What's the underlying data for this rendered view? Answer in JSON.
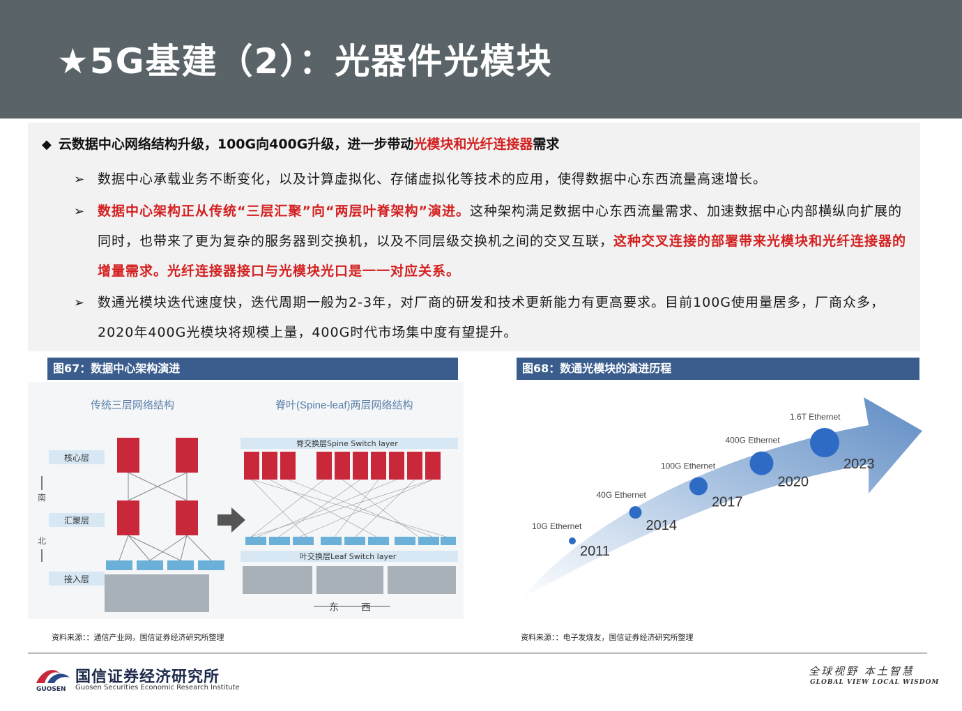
{
  "header": {
    "title": "★5G基建（2）：光器件光模块"
  },
  "main_point": {
    "prefix": "云数据中心网络结构升级，100G向400G升级，进一步带动",
    "highlight": "光模块和光纤连接器",
    "suffix": "需求"
  },
  "sub_points": [
    {
      "text": "数据中心承载业务不断变化，以及计算虚拟化、存储虚拟化等技术的应用，使得数据中心东西流量高速增长。"
    },
    {
      "red1": "数据中心架构正从传统“三层汇聚”向“两层叶脊架构”演进。",
      "normal": "这种架构满足数据中心东西流量需求、加速数据中心内部横纵向扩展的同时，也带来了更为复杂的服务器到交换机，以及不同层级交换机之间的交叉互联，",
      "red2": "这种交叉连接的部署带来光模块和光纤连接器的增量需求。光纤连接器接口与光模块光口是一一对应关系。"
    },
    {
      "text": "数通光模块迭代速度快，迭代周期一般为2-3年，对厂商的研发和技术更新能力有更高要求。目前100G使用量居多，厂商众多，2020年400G光模块将规模上量，400G时代市场集中度有望提升。"
    }
  ],
  "figure67": {
    "caption": "图67：数据中心架构演进",
    "left_title": "传统三层网络结构",
    "right_title": "脊叶(Spine-leaf)两层网络结构",
    "layer_core": "核心层",
    "layer_agg": "汇聚层",
    "layer_access": "接入层",
    "vertical_top": "南",
    "vertical_bottom": "北",
    "spine_label": "脊交换层Spine Switch layer",
    "leaf_label": "叶交换层Leaf Switch layer",
    "east": "东",
    "west": "西",
    "source": "资料来源：：通信产业网，国信证券经济研究所整理"
  },
  "figure68": {
    "caption": "图68：数通光模块的演进历程",
    "source": "资料来源：：电子发烧友，国信证券经济研究所整理"
  },
  "chart_data": {
    "type": "scatter",
    "title": "",
    "points": [
      {
        "label": "10G Ethernet",
        "year": "2011"
      },
      {
        "label": "40G Ethernet",
        "year": "2014"
      },
      {
        "label": "100G Ethernet",
        "year": "2017"
      },
      {
        "label": "400G Ethernet",
        "year": "2020"
      },
      {
        "label": "1.6T Ethernet",
        "year": "2023"
      }
    ],
    "colors": {
      "dot": "#2e6bc4",
      "arrow": "#7fa3d0"
    }
  },
  "footer": {
    "company": "国信证券经济研究所",
    "company_en": "Guosen Securities Economic Research Institute",
    "logo_text": "GUOSEN",
    "slogan": "全球视野  本土智慧",
    "slogan_en": "GLOBAL VIEW   LOCAL WISDOM"
  }
}
